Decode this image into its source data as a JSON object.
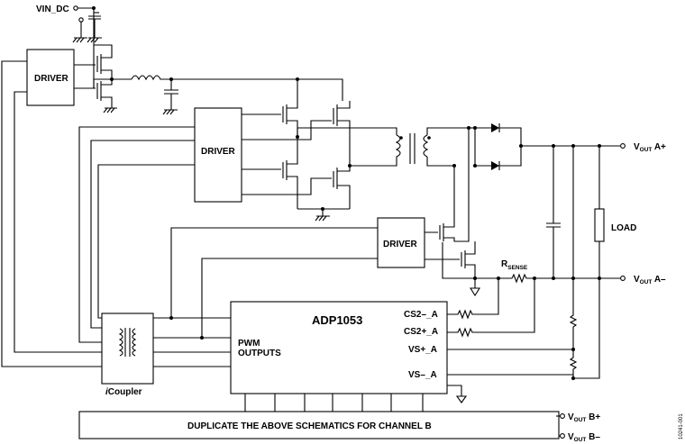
{
  "labels": {
    "vin": "VIN_DC",
    "driver": "DRIVER",
    "chip": "ADP1053",
    "cs2_minus": "CS2–_A",
    "cs2_plus": "CS2+_A",
    "vs_plus": "VS+_A",
    "vs_minus": "VS–_A",
    "pwm1": "PWM",
    "pwm2": "OUTPUTS",
    "icoupler_i": "i",
    "icoupler_rest": "Coupler",
    "load": "LOAD",
    "rsense_r": "R",
    "rsense_sub": "SENSE",
    "vout_v": "V",
    "vout_sub": "OUT",
    "vout_a_plus": " A+",
    "vout_a_minus": " A–",
    "vout_b_plus": " B+",
    "vout_b_minus": " B–",
    "duplicate": "DUPLICATE THE ABOVE SCHEMATICS FOR CHANNEL B",
    "fig_id": "10241-001"
  }
}
